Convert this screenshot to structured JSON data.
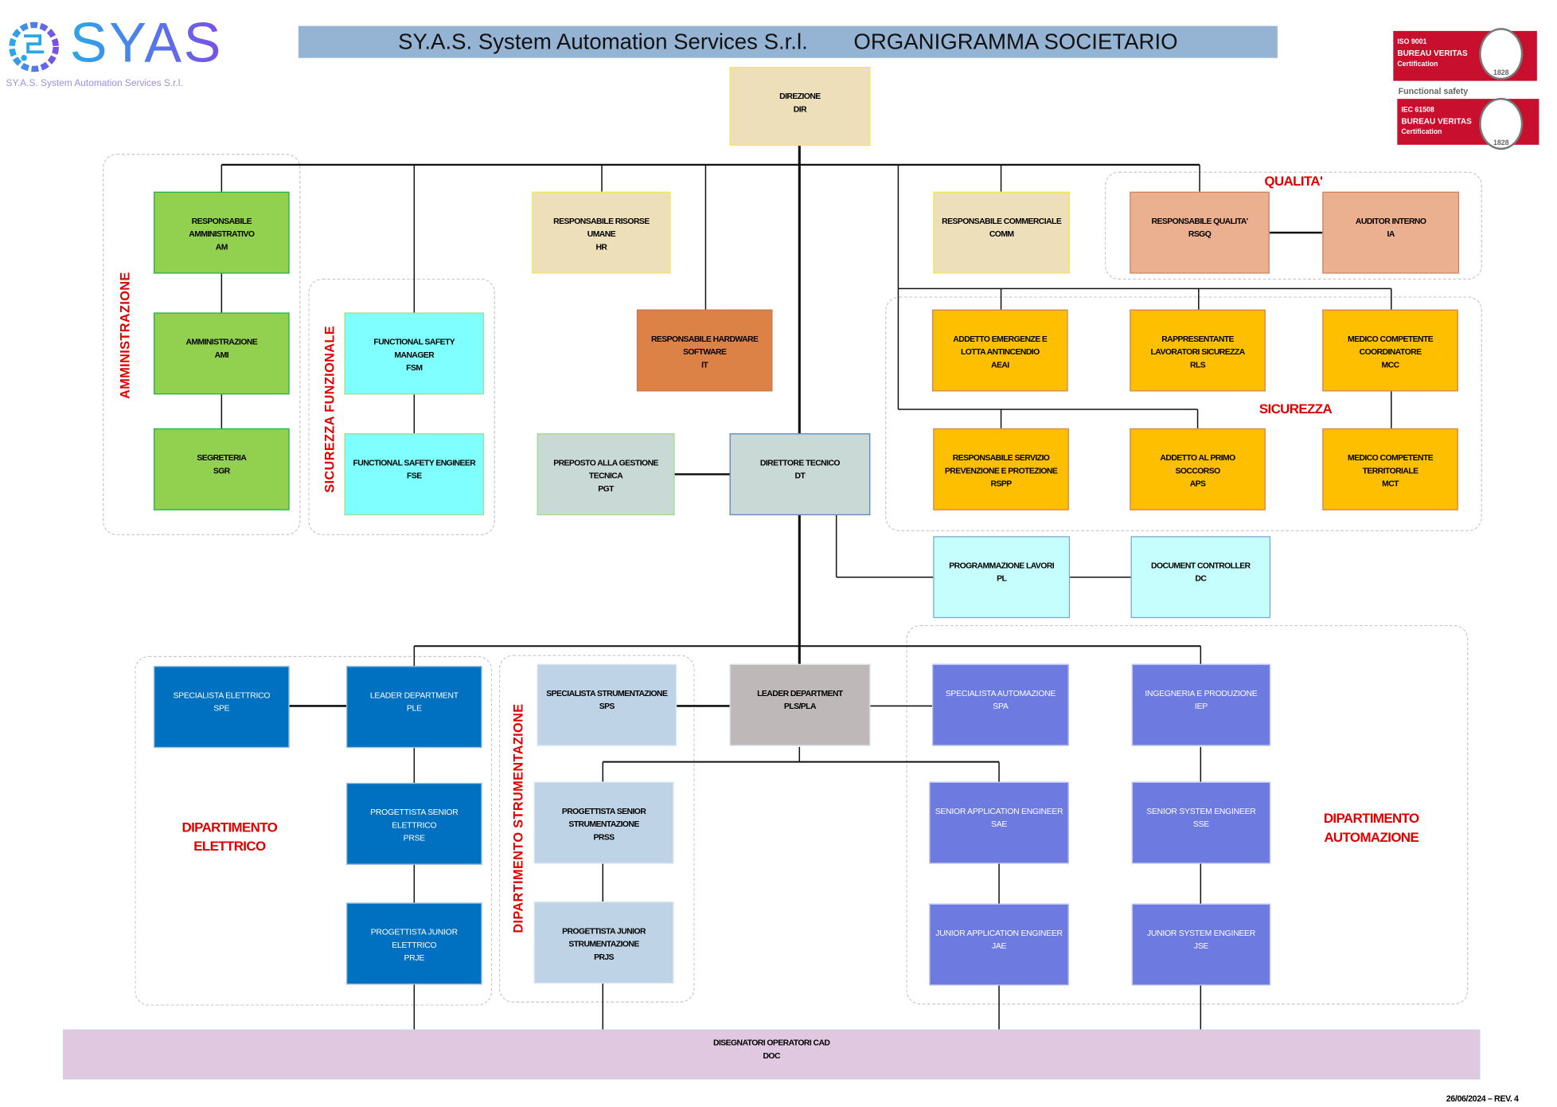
{
  "header": {
    "logo_text": "SYAS",
    "logo_subtitle": "SY.A.S. System Automation Services S.r.l.",
    "company": "SY.A.S. System Automation Services S.r.l.",
    "title": "ORGANIGRAMMA SOCIETARIO"
  },
  "certifications": [
    {
      "standard": "ISO 9001",
      "body": "BUREAU VERITAS",
      "type": "Certification",
      "seal_year": "1828"
    },
    {
      "caption": "Functional safety",
      "standard": "IEC 61508",
      "body": "BUREAU VERITAS",
      "type": "Certification",
      "seal_year": "1828"
    }
  ],
  "groups": {
    "amministrazione": "AMMINISTRAZIONE",
    "sicurezza_funzionale": "SICUREZZA FUNZIONALE",
    "qualita": "QUALITA'",
    "sicurezza": "SICUREZZA",
    "elettrico": [
      "DIPARTIMENTO",
      "ELETTRICO"
    ],
    "strumentazione": "DIPARTIMENTO STRUMENTAZIONE",
    "automazione": [
      "DIPARTIMENTO",
      "AUTOMAZIONE"
    ]
  },
  "colors": {
    "direzione": "#eedfbb",
    "amministrazione": "#92d050",
    "sicurezza_funzionale": "#7fffff",
    "hr": "#eedfbb",
    "it": "#dd8247",
    "tecnico": "#c9dad6",
    "qualita": "#eab090",
    "sicurezza": "#fdbf00",
    "pl_dc": "#c6fefe",
    "elettrico": "#0070c0",
    "strumentazione": "#bed3e6",
    "leader": "#bfb8b8",
    "automazione": "#6d7ae0",
    "doc": "#e0c8e0",
    "group_label": "#e00000"
  },
  "boxes": [
    {
      "id": "DIR",
      "lines": [
        "DIREZIONE",
        "DIR"
      ],
      "color": "direzione",
      "border": "#f4e84c"
    },
    {
      "id": "AM",
      "lines": [
        "RESPONSABILE",
        "AMMINISTRATIVO",
        "AM"
      ],
      "color": "amministrazione",
      "border": "#21b04b"
    },
    {
      "id": "AMI",
      "lines": [
        "AMMINISTRAZIONE",
        "AMI"
      ],
      "color": "amministrazione",
      "border": "#21b04b"
    },
    {
      "id": "SGR",
      "lines": [
        "SEGRETERIA",
        "SGR"
      ],
      "color": "amministrazione",
      "border": "#21b04b"
    },
    {
      "id": "FSM",
      "lines": [
        "FUNCTIONAL SAFETY",
        "MANAGER",
        "FSM"
      ],
      "color": "sicurezza_funzionale",
      "border": "#a8d88a"
    },
    {
      "id": "FSE",
      "lines": [
        "FUNCTIONAL SAFETY ENGINEER",
        "FSE"
      ],
      "color": "sicurezza_funzionale",
      "border": "#a8d88a"
    },
    {
      "id": "HR",
      "lines": [
        "RESPONSABILE RISORSE",
        "UMANE",
        "HR"
      ],
      "color": "hr",
      "border": "#f4e84c"
    },
    {
      "id": "IT",
      "lines": [
        "RESPONSABILE HARDWARE",
        "SOFTWARE",
        "IT"
      ],
      "color": "it",
      "border": "#c8784a"
    },
    {
      "id": "PGT",
      "lines": [
        "PREPOSTO ALLA GESTIONE",
        "TECNICA",
        "PGT"
      ],
      "color": "tecnico",
      "border": "#a8d88a"
    },
    {
      "id": "DT",
      "lines": [
        "DIRETTORE TECNICO",
        "DT"
      ],
      "color": "tecnico",
      "border": "#5a86b8"
    },
    {
      "id": "COMM",
      "lines": [
        "RESPONSABILE COMMERCIALE",
        "COMM"
      ],
      "color": "hr",
      "border": "#f4e84c"
    },
    {
      "id": "RSGQ",
      "lines": [
        "RESPONSABILE QUALITA'",
        "RSGQ"
      ],
      "color": "qualita",
      "border": "#d4825a"
    },
    {
      "id": "IA",
      "lines": [
        "AUDITOR INTERNO",
        "IA"
      ],
      "color": "qualita",
      "border": "#d4825a"
    },
    {
      "id": "AEAI",
      "lines": [
        "ADDETTO EMERGENZE E",
        "LOTTA ANTINCENDIO",
        "AEAI"
      ],
      "color": "sicurezza",
      "border": "#d4825a"
    },
    {
      "id": "RLS",
      "lines": [
        "RAPPRESENTANTE",
        "LAVORATORI SICUREZZA",
        "RLS"
      ],
      "color": "sicurezza",
      "border": "#d4825a"
    },
    {
      "id": "MCC",
      "lines": [
        "MEDICO COMPETENTE",
        "COORDINATORE",
        "MCC"
      ],
      "color": "sicurezza",
      "border": "#d4825a"
    },
    {
      "id": "RSPP",
      "lines": [
        "RESPONSABILE SERVIZIO",
        "PREVENZIONE E PROTEZIONE",
        "RSPP"
      ],
      "color": "sicurezza",
      "border": "#d4825a"
    },
    {
      "id": "APS",
      "lines": [
        "ADDETTO AL PRIMO",
        "SOCCORSO",
        "APS"
      ],
      "color": "sicurezza",
      "border": "#d4825a"
    },
    {
      "id": "MCT",
      "lines": [
        "MEDICO COMPETENTE",
        "TERRITORIALE",
        "MCT"
      ],
      "color": "sicurezza",
      "border": "#d4825a"
    },
    {
      "id": "PL",
      "lines": [
        "PROGRAMMAZIONE LAVORI",
        "PL"
      ],
      "color": "pl_dc",
      "border": "#7ea6cc"
    },
    {
      "id": "DC",
      "lines": [
        "DOCUMENT CONTROLLER",
        "DC"
      ],
      "color": "pl_dc",
      "border": "#7ea6cc"
    },
    {
      "id": "SPE",
      "lines": [
        "SPECIALISTA ELETTRICO",
        "SPE"
      ],
      "color": "elettrico",
      "border": "#9ec0e0",
      "light": true
    },
    {
      "id": "PLE",
      "lines": [
        "LEADER DEPARTMENT",
        "PLE"
      ],
      "color": "elettrico",
      "border": "#9ec0e0",
      "light": true
    },
    {
      "id": "PRSE",
      "lines": [
        "PROGETTISTA SENIOR",
        "ELETTRICO",
        "PRSE"
      ],
      "color": "elettrico",
      "border": "#9ec0e0",
      "light": true
    },
    {
      "id": "PRJE",
      "lines": [
        "PROGETTISTA JUNIOR",
        "ELETTRICO",
        "PRJE"
      ],
      "color": "elettrico",
      "border": "#9ec0e0",
      "light": true
    },
    {
      "id": "SPS",
      "lines": [
        "SPECIALISTA STRUMENTAZIONE",
        "SPS"
      ],
      "color": "strumentazione",
      "border": "#d8e4f0"
    },
    {
      "id": "PLS",
      "lines": [
        "LEADER DEPARTMENT",
        "PLS/PLA"
      ],
      "color": "leader",
      "border": "#d8e0ea"
    },
    {
      "id": "PRSS",
      "lines": [
        "PROGETTISTA SENIOR",
        "STRUMENTAZIONE",
        "PRSS"
      ],
      "color": "strumentazione",
      "border": "#d8e4f0"
    },
    {
      "id": "PRJS",
      "lines": [
        "PROGETTISTA JUNIOR",
        "STRUMENTAZIONE",
        "PRJS"
      ],
      "color": "strumentazione",
      "border": "#d8e4f0"
    },
    {
      "id": "SPA",
      "lines": [
        "SPECIALISTA AUTOMAZIONE",
        "SPA"
      ],
      "color": "automazione",
      "border": "#c0c8f0",
      "light": true
    },
    {
      "id": "IEP",
      "lines": [
        "INGEGNERIA E PRODUZIONE",
        "IEP"
      ],
      "color": "automazione",
      "border": "#c0c8f0",
      "light": true
    },
    {
      "id": "SAE",
      "lines": [
        "SENIOR APPLICATION ENGINEER",
        "SAE"
      ],
      "color": "automazione",
      "border": "#c0c8f0",
      "light": true
    },
    {
      "id": "SSE",
      "lines": [
        "SENIOR SYSTEM ENGINEER",
        "SSE"
      ],
      "color": "automazione",
      "border": "#c0c8f0",
      "light": true
    },
    {
      "id": "JAE",
      "lines": [
        "JUNIOR APPLICATION ENGINEER",
        "JAE"
      ],
      "color": "automazione",
      "border": "#c0c8f0",
      "light": true
    },
    {
      "id": "JSE",
      "lines": [
        "JUNIOR SYSTEM ENGINEER",
        "JSE"
      ],
      "color": "automazione",
      "border": "#c0c8f0",
      "light": true
    },
    {
      "id": "DOC",
      "lines": [
        "DISEGNATORI OPERATORI CAD",
        "DOC"
      ],
      "color": "doc",
      "border": "#c8d4e8"
    }
  ],
  "footer": {
    "revision": "26/06/2024 – REV. 4"
  }
}
